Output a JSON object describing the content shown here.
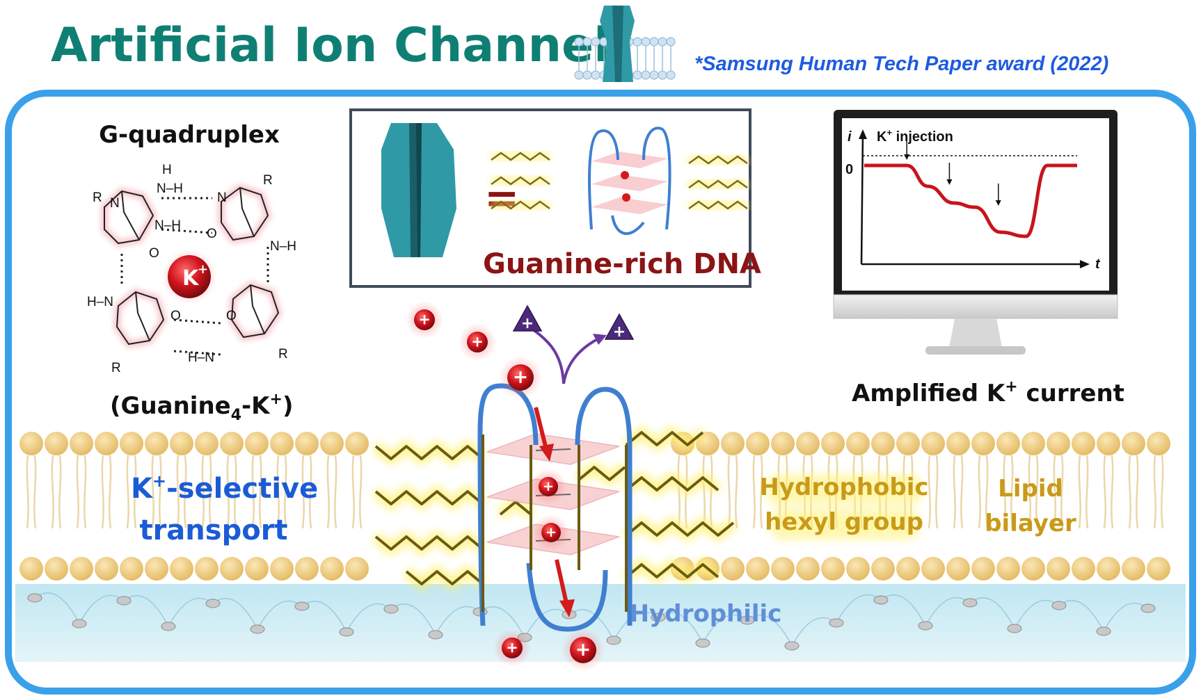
{
  "header": {
    "title": "Artificial Ion Channel",
    "award": "*Samsung  Human Tech Paper award (2022)"
  },
  "left": {
    "quadruplex_label": "G-quadruplex",
    "complex_label_main": "(Guanine",
    "complex_label_sub": "4",
    "complex_label_tail": "-K",
    "complex_label_sup": "+",
    "complex_label_end": ")",
    "ion_label": "K",
    "ion_sup": "+",
    "atoms": {
      "N": "N",
      "H": "H",
      "O": "O",
      "R": "R",
      "NH": "N–H",
      "HN": "H–N"
    }
  },
  "center_box": {
    "equals": "=",
    "caption": "Guanine-rich DNA"
  },
  "right": {
    "axis_i": "i",
    "axis_t": "t",
    "zero": "0",
    "injection_label": "K",
    "injection_sup": "+",
    "injection_tail": " injection",
    "caption_main": "Amplified K",
    "caption_sup": "+",
    "caption_tail": " current"
  },
  "membrane": {
    "selective_line1_main": "K",
    "selective_line1_sup": "+",
    "selective_line1_tail": "-selective",
    "selective_line2": "transport",
    "hydrophobic_line1": "Hydrophobic",
    "hydrophobic_line2": "hexyl group",
    "lipid_line1": "Lipid",
    "lipid_line2": "bilayer",
    "hydrophilic": "Hydrophilic",
    "plus": "+"
  },
  "colors": {
    "frame": "#3aa0ea",
    "channel_teal": "#2f9aa6",
    "dna_blue": "#3f7fd0",
    "chain": "#6a5a12",
    "lipid_head": "#f0cf87",
    "ion_red": "#c8141c",
    "other_ion": "#4b2a7a"
  },
  "chart_data": {
    "type": "line",
    "title": "",
    "xlabel": "t",
    "ylabel": "i",
    "y_tick": "0",
    "series": [
      {
        "name": "",
        "x": [
          0,
          0.2,
          0.3,
          0.42,
          0.52,
          0.64,
          0.76,
          0.86,
          1.0
        ],
        "y": [
          0,
          0,
          -0.25,
          -0.45,
          -0.5,
          -0.8,
          -0.85,
          0,
          0
        ]
      }
    ],
    "annotations": [
      "K+ injection"
    ],
    "grid": false
  }
}
